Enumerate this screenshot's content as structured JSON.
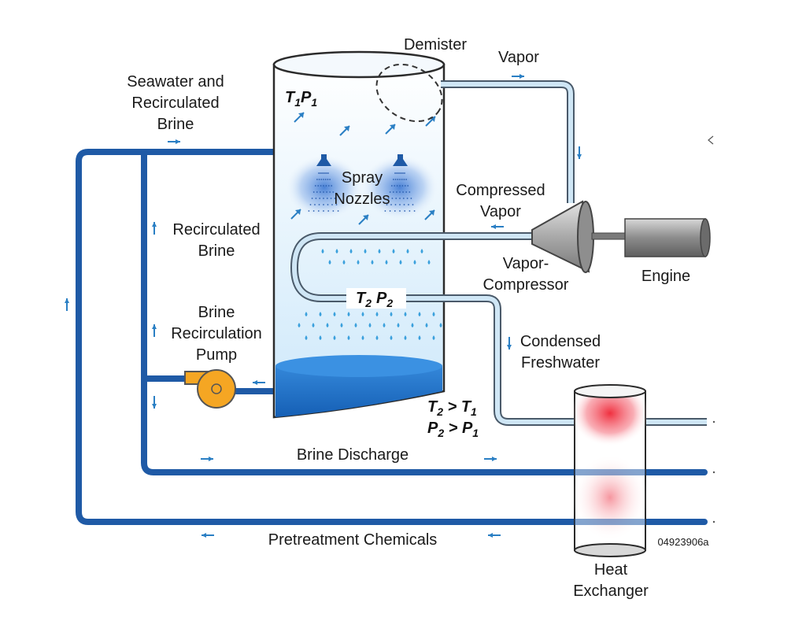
{
  "labels": {
    "demister": "Demister",
    "vapor": "Vapor",
    "seawater_line1": "Seawater and",
    "seawater_line2": "Recirculated",
    "seawater_line3": "Brine",
    "spray_line1": "Spray",
    "spray_line2": "Nozzles",
    "compressed_line1": "Compressed",
    "compressed_line2": "Vapor",
    "recirc_line1": "Recirculated",
    "recirc_line2": "Brine",
    "engine": "Engine",
    "vc_line1": "Vapor-",
    "vc_line2": "Compressor",
    "pump_line1": "Brine",
    "pump_line2": "Recirculation",
    "pump_line3": "Pump",
    "condensed_line1": "Condensed",
    "condensed_line2": "Freshwater",
    "brine_discharge": "Brine Discharge",
    "pretreatment": "Pretreatment Chemicals",
    "hx_line1": "Heat",
    "hx_line2": "Exchanger",
    "figure_id": "04923906a"
  },
  "math": {
    "t1p1": {
      "T": "T",
      "T_sub": "1",
      "P": "P",
      "P_sub": "1"
    },
    "t2p2": {
      "T": "T",
      "T_sub": "2",
      "P": "P",
      "P_sub": "2"
    },
    "cond_t": {
      "lhs": "T",
      "lhs_sub": "2",
      "op": " > ",
      "rhs": "T",
      "rhs_sub": "1"
    },
    "cond_p": {
      "lhs": "P",
      "lhs_sub": "2",
      "op": " > ",
      "rhs": "P",
      "rhs_sub": "1"
    }
  },
  "colors": {
    "pipe_dark": "#1f5aa6",
    "pipe_light": "#cfe6f5",
    "pipe_light_outline": "#4a5a6a",
    "arrow": "#2a7fc4",
    "droplet": "#3aa0dc",
    "brine_pool": "#1e72c8",
    "pump": "#f5a623",
    "compressor_gray": "#9a9a9a",
    "hx_red": "#f03a4a"
  }
}
